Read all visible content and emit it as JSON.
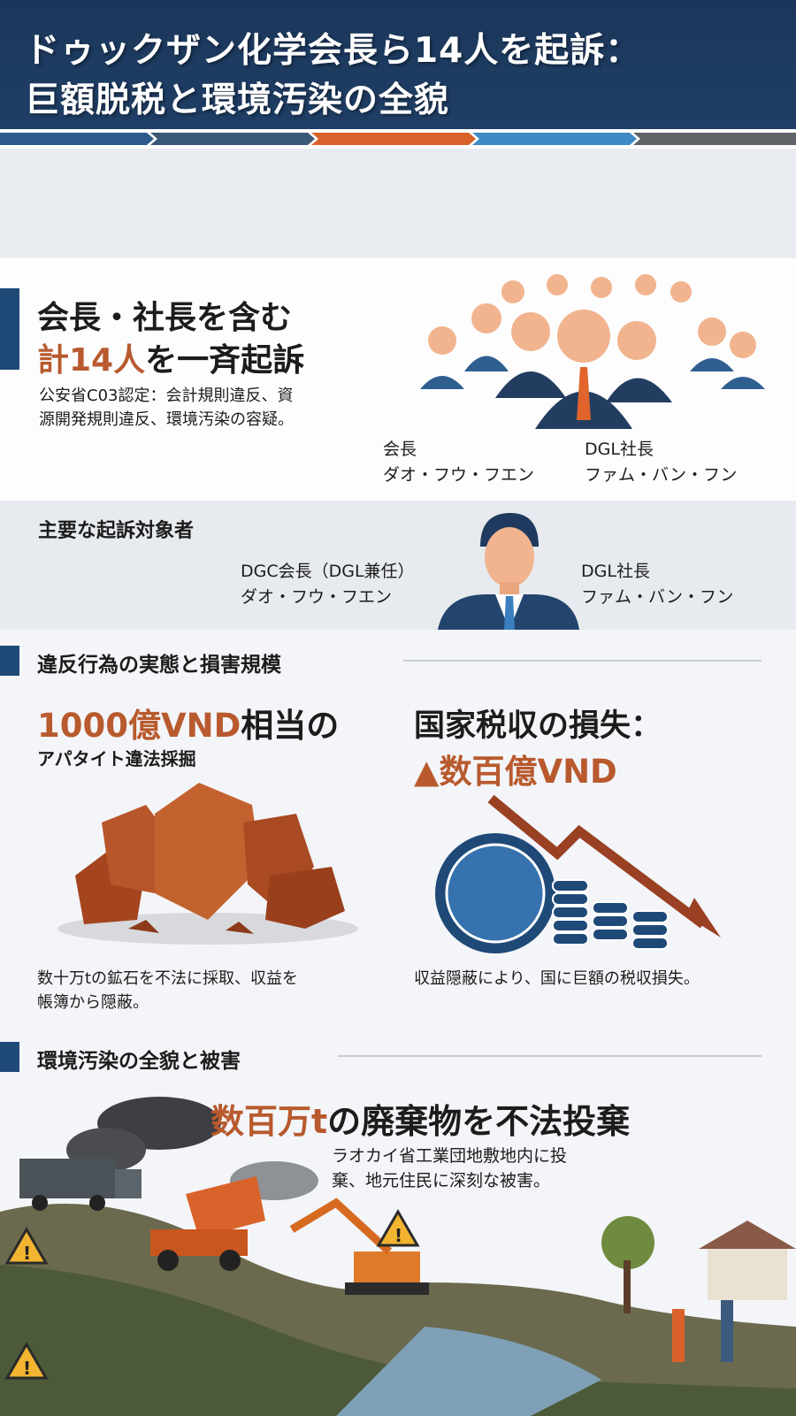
{
  "header": {
    "title_line1": "ドゥックザン化学会長ら14人を起訴：",
    "title_line2": "巨額脱税と環境汚染の全貌"
  },
  "colors": {
    "navy": "#1d3a5c",
    "accent_orange": "#b85a2e",
    "chevrons": [
      "#2c5a8c",
      "#3a5878",
      "#d9622a",
      "#3f8ac4",
      "#5f6266"
    ]
  },
  "indictment": {
    "headline_line1": "会長・社長を含む",
    "headline_orange": "計14人",
    "headline_rest": "を一斉起訴",
    "description_line1": "公安省C03認定：会計規則違反、資",
    "description_line2": "源開発規則違反、環境汚染の容疑。",
    "person1_role": "会長",
    "person1_name": "ダオ・フウ・フエン",
    "person2_role": "DGL社長",
    "person2_name": "ファム・バン・フン"
  },
  "key_defendants": {
    "heading": "主要な起訴対象者",
    "person1_role": "DGC会長（DGL兼任）",
    "person1_name": "ダオ・フウ・フエン",
    "person2_role": "DGL社長",
    "person2_name": "ファム・バン・フン"
  },
  "violations": {
    "heading": "違反行為の実態と損害規模",
    "left_orange": "1000億VND",
    "left_rest": "相当の",
    "left_sub": "アパタイト違法採掘",
    "left_caption_line1": "数十万tの鉱石を不法に採取、収益を",
    "left_caption_line2": "帳簿から隠蔽。",
    "right_title": "国家税収の損失：",
    "right_value": "▲数百億VND",
    "right_caption": "収益隠蔽により、国に巨額の税収損失。"
  },
  "pollution": {
    "heading": "環境汚染の全貌と被害",
    "headline_orange": "数百万t",
    "headline_rest": "の廃棄物を不法投棄",
    "caption_line1": "ラオカイ省工業団地敷地内に投",
    "caption_line2": "棄、地元住民に深刻な被害。"
  }
}
